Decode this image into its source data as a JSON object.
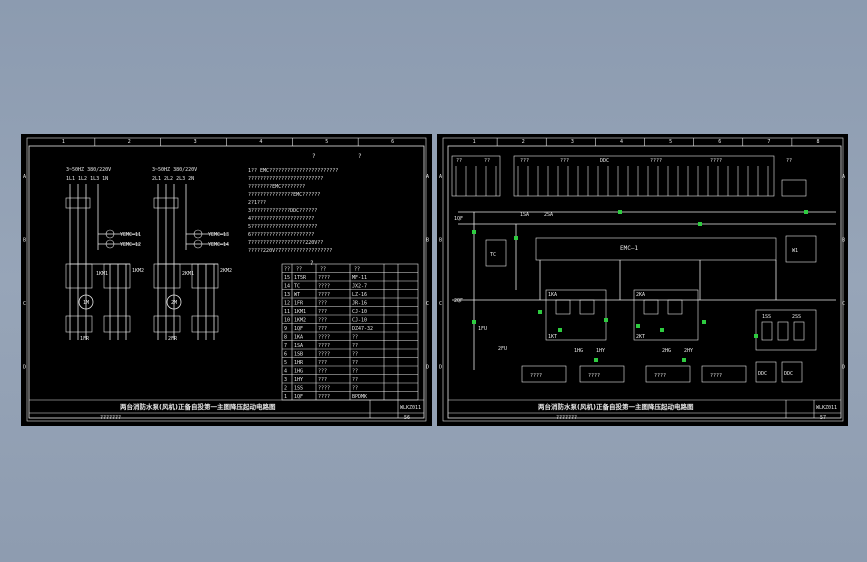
{
  "colors": {
    "background": "#8c9bb0",
    "sheet": "#000000",
    "line": "#e6e6e6",
    "accent": "#2ecc40"
  },
  "left_sheet": {
    "col_labels": [
      "1",
      "2",
      "3",
      "4",
      "5",
      "6"
    ],
    "row_labels": [
      "A",
      "B",
      "C",
      "D"
    ],
    "supply_1": "3~50HZ 380/220V",
    "supply_2": "3~50HZ 380/220V",
    "bus_1": "1L1 1L2 1L3 1N",
    "bus_2": "2L1 2L2 2L3 2N",
    "labels_1": [
      "YEMC—11",
      "YEMC—12",
      "1KM1",
      "1KM2",
      "1M",
      "1FR"
    ],
    "labels_2": [
      "YEMC—13",
      "YEMC—14",
      "2KM1",
      "2KM2",
      "2M",
      "2FR"
    ],
    "question_marks": [
      "?",
      "?",
      "?"
    ],
    "notes": [
      "1?? EMC???????????????????????",
      "  ?????????????????????????",
      "  ????????EMC????????",
      "  ???????????????EMC??????",
      "2?1???",
      "3?????????????DDC??????",
      "4?????????????????????",
      "5??????????????????????",
      "6?????????????????????",
      "7??????????????????220V??",
      "  ?????220V?7?????????????????"
    ],
    "bom_header": [
      "??",
      "??",
      "??",
      "??",
      "??",
      "??"
    ],
    "bom_rows": [
      [
        "15",
        "1T5R",
        "????",
        "MF-11"
      ],
      [
        "14",
        "TC",
        "????",
        "JX2-7"
      ],
      [
        "13",
        "WT",
        "????",
        "LZ-16"
      ],
      [
        "12",
        "1FR",
        "???",
        "JR-16"
      ],
      [
        "11",
        "1KM1",
        "???",
        "CJ-10"
      ],
      [
        "10",
        "1KM2",
        "???",
        "CJ-10"
      ],
      [
        "9",
        "1QF",
        "???",
        "DZ47-32"
      ],
      [
        "8",
        "1KA",
        "????",
        "??"
      ],
      [
        "7",
        "1SA",
        "????",
        "??"
      ],
      [
        "6",
        "1SB",
        "????",
        "??"
      ],
      [
        "5",
        "1HR",
        "???",
        "??"
      ],
      [
        "4",
        "1HG",
        "???",
        "??"
      ],
      [
        "3",
        "1HY",
        "???",
        "??"
      ],
      [
        "2",
        "1SS",
        "????",
        "??"
      ],
      [
        "1",
        "1QF",
        "????",
        "BPDMK"
      ]
    ],
    "title_block": "两台消防水泵(风机)正备自投第一主图降压起动电路图",
    "title_code": "WLKZ011",
    "bottom_left": "???????",
    "sheet_no": "56"
  },
  "right_sheet": {
    "col_labels": [
      "1",
      "2",
      "3",
      "4",
      "5",
      "6",
      "7",
      "8"
    ],
    "row_labels": [
      "A",
      "B",
      "C",
      "D"
    ],
    "top_labels": [
      "??",
      "??",
      "???",
      "???",
      "DDC",
      "????",
      "????",
      "??"
    ],
    "main_bus": "EMC—1",
    "mid_labels": [
      "1SA",
      "2SA",
      "1KA",
      "2KA",
      "1HG",
      "2HG",
      "1HY",
      "2HY",
      "1KT",
      "2KT",
      "1SS",
      "2SS",
      "W1",
      "TC",
      "1QF",
      "2QF",
      "1FU",
      "2FU"
    ],
    "bottom_boxes": [
      "????",
      "????",
      "????",
      "????",
      "DDC",
      "DDC"
    ],
    "title_block": "两台消防水泵(风机)正备自投第一主图降压起动电路图",
    "title_code": "WLKZ011",
    "bottom_left": "???????",
    "sheet_no": "57"
  }
}
